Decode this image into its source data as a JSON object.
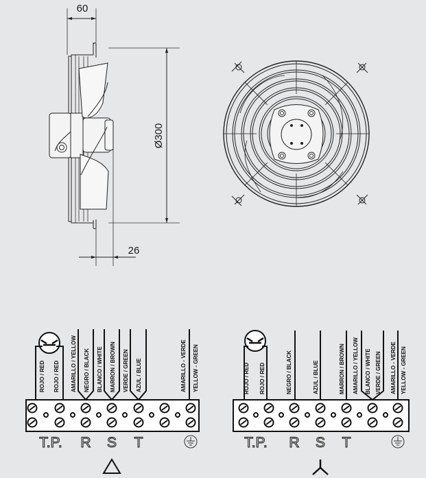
{
  "dimensions": {
    "depth": "60",
    "diameter": "Ø300",
    "offset": "26"
  },
  "delta_connection": {
    "wires": [
      "ROJO / RED",
      "ROJO / RED",
      "AMARILLO / YELLOW",
      "NEGRO / BLACK",
      "BLANCO / WHITE",
      "MARRON / BROWN",
      "VERDE / GREEN",
      "AZUL / BLUE",
      "AMARILLO - VERDE",
      "YELLOW - GREEN"
    ],
    "terminals": {
      "tp": "T.P.",
      "r": "R",
      "s": "S",
      "t": "T"
    },
    "symbol": "delta"
  },
  "star_connection": {
    "wires": [
      "ROJO / RED",
      "ROJO / RED",
      "NEGRO / BLACK",
      "AZUL / BLUE",
      "MARRON / BROWN",
      "AMARILLO / YELLOW",
      "BLANCO / WHITE",
      "VERDE / GREEN",
      "AMARILLO - VERDE",
      "YELLOW - GREEN"
    ],
    "terminals": {
      "tp": "T.P.",
      "r": "R",
      "s": "S",
      "t": "T"
    },
    "symbol": "star"
  }
}
